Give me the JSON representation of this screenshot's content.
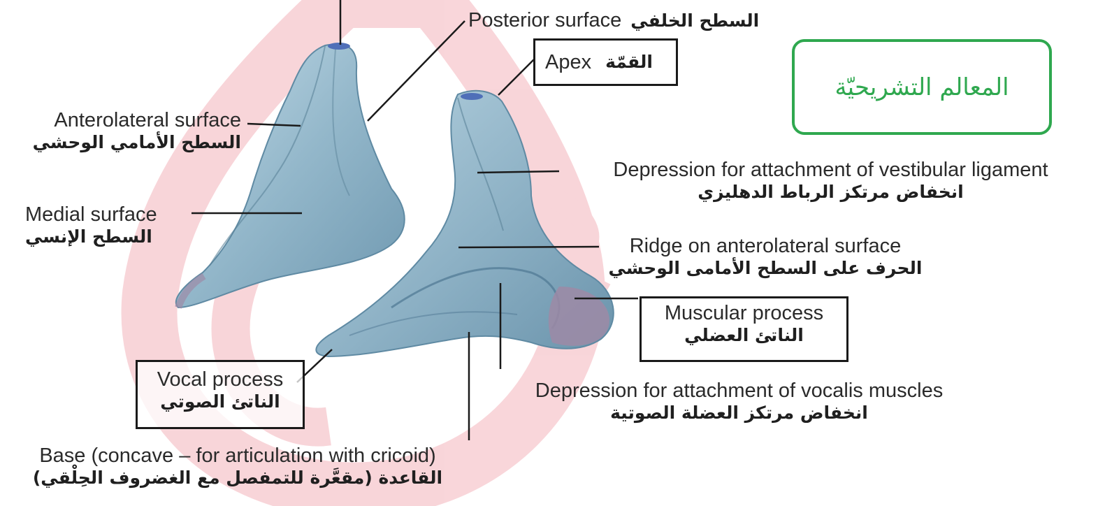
{
  "title": "المعالم التشريحيّة",
  "labels": {
    "posterior_surface": {
      "en": "Posterior surface",
      "ar": "السطح الخلفي"
    },
    "apex": {
      "en": "Apex",
      "ar": "القمّة"
    },
    "anterolateral_surface": {
      "en": "Anterolateral surface",
      "ar": "السطح الأمامي الوحشي"
    },
    "medial_surface": {
      "en": "Medial surface",
      "ar": "السطح الإنسي"
    },
    "vestibular_depression": {
      "en": "Depression for attachment of vestibular ligament",
      "ar": "انخفاض مرتكز الرباط الدهليزي"
    },
    "ridge": {
      "en": "Ridge on anterolateral surface",
      "ar": "الحرف على السطح الأمامى الوحشي"
    },
    "muscular_process": {
      "en": "Muscular process",
      "ar": "الناتئ العضلي"
    },
    "vocal_process": {
      "en": "Vocal process",
      "ar": "الناتئ الصوتي"
    },
    "vocalis_depression": {
      "en": "Depression for attachment of vocalis muscles",
      "ar": "انخفاض مرتكز العضلة الصوتية"
    },
    "base": {
      "en": "Base (concave – for articulation with cricoid)",
      "ar": "القاعدة (مقعَّرة للتمفصل مع الغضروف الحِلْقي)"
    }
  },
  "colors": {
    "cartilage": "#8fb3c6",
    "cartilage_dark": "#5f8aa3",
    "cartilage_light": "#bcd6e3",
    "muscular_tip": "#9d8aa6",
    "watermark": "#f3b9c0",
    "title_accent": "#2fa84f",
    "leader": "#1a1a1a"
  }
}
